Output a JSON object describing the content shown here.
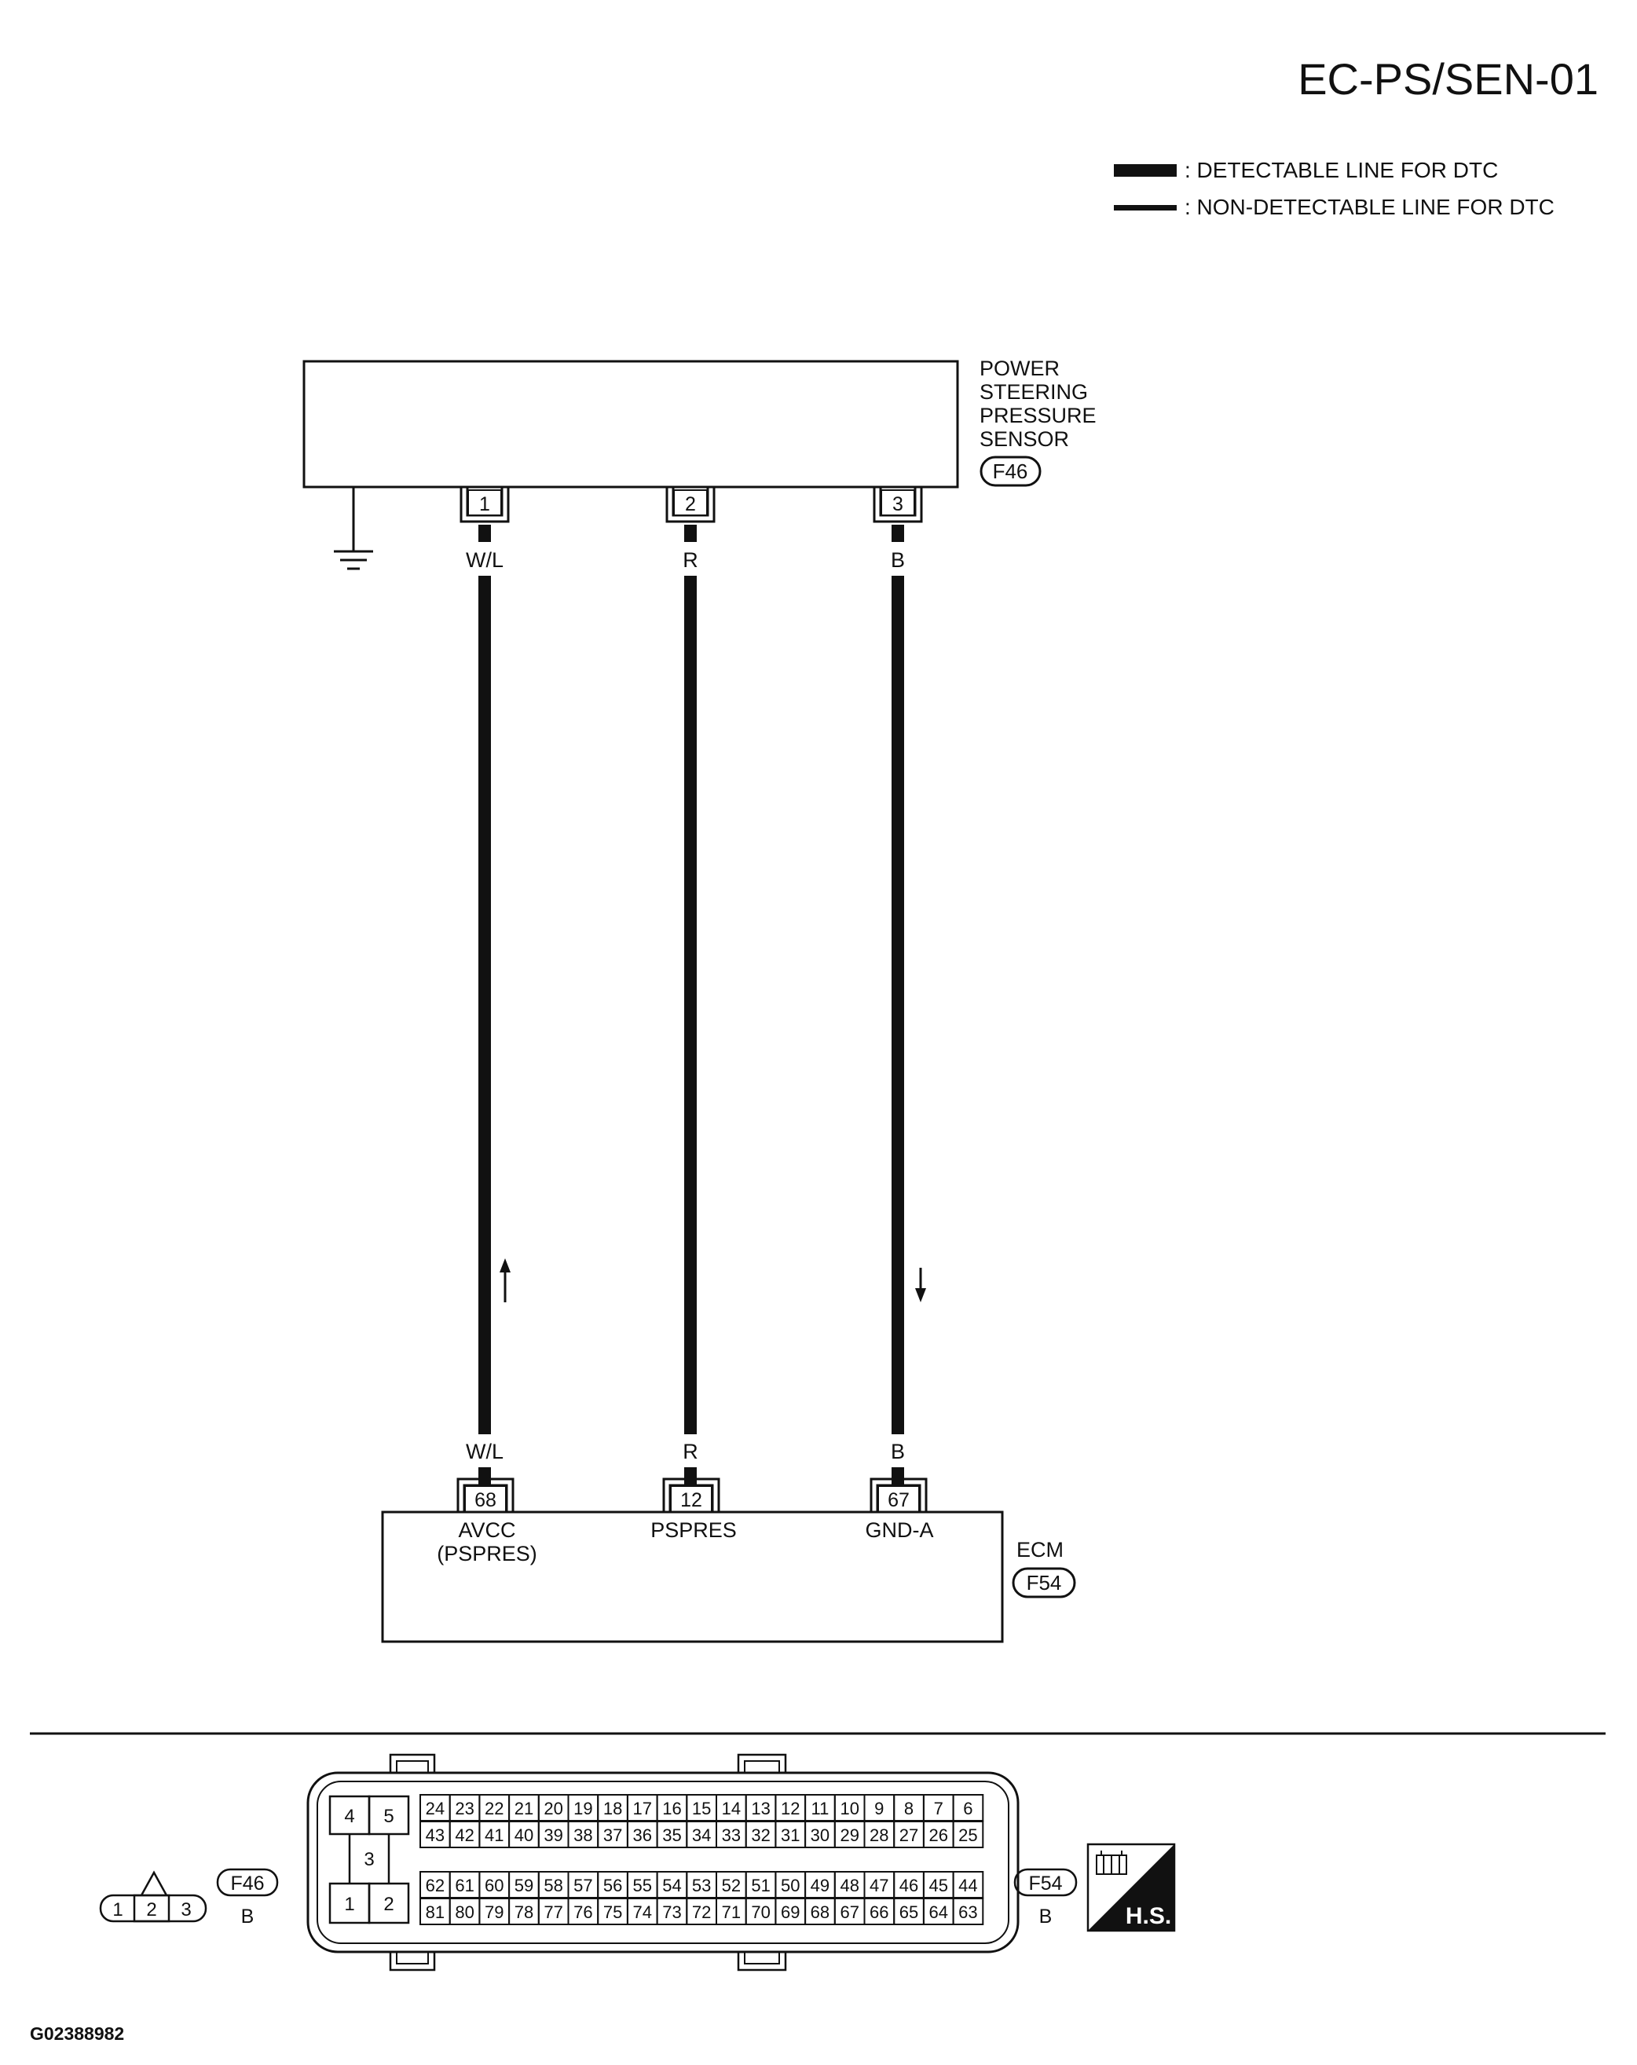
{
  "page_code": "EC-PS/SEN-01",
  "image_code": "G02388982",
  "legend": {
    "detectable": ": DETECTABLE LINE FOR DTC",
    "non_detectable": ": NON-DETECTABLE LINE FOR DTC"
  },
  "sensor": {
    "name_lines": [
      "POWER",
      "STEERING",
      "PRESSURE",
      "SENSOR"
    ],
    "connector": "F46",
    "pins": [
      "1",
      "2",
      "3"
    ]
  },
  "wires": [
    {
      "color": "W/L",
      "direction": "up"
    },
    {
      "color": "R",
      "direction": "none"
    },
    {
      "color": "B",
      "direction": "down"
    }
  ],
  "ecm": {
    "name": "ECM",
    "connector": "F54",
    "pins": [
      "68",
      "12",
      "67"
    ],
    "terminal_labels": [
      [
        "AVCC",
        "(PSPRES)"
      ],
      [
        "PSPRES"
      ],
      [
        "GND-A"
      ]
    ]
  },
  "connector_views": {
    "f46": {
      "id": "F46",
      "color": "B",
      "pins": [
        "1",
        "2",
        "3"
      ]
    },
    "f54": {
      "id": "F54",
      "color": "B",
      "power_pins": [
        "4",
        "5",
        "3",
        "1",
        "2"
      ],
      "rows": [
        [
          "24",
          "23",
          "22",
          "21",
          "20",
          "19",
          "18",
          "17",
          "16",
          "15",
          "14",
          "13",
          "12",
          "11",
          "10",
          "9",
          "8",
          "7",
          "6"
        ],
        [
          "43",
          "42",
          "41",
          "40",
          "39",
          "38",
          "37",
          "36",
          "35",
          "34",
          "33",
          "32",
          "31",
          "30",
          "29",
          "28",
          "27",
          "26",
          "25"
        ],
        [
          "62",
          "61",
          "60",
          "59",
          "58",
          "57",
          "56",
          "55",
          "54",
          "53",
          "52",
          "51",
          "50",
          "49",
          "48",
          "47",
          "46",
          "45",
          "44"
        ],
        [
          "81",
          "80",
          "79",
          "78",
          "77",
          "76",
          "75",
          "74",
          "73",
          "72",
          "71",
          "70",
          "69",
          "68",
          "67",
          "66",
          "65",
          "64",
          "63"
        ]
      ]
    },
    "hs_label": "H.S."
  }
}
